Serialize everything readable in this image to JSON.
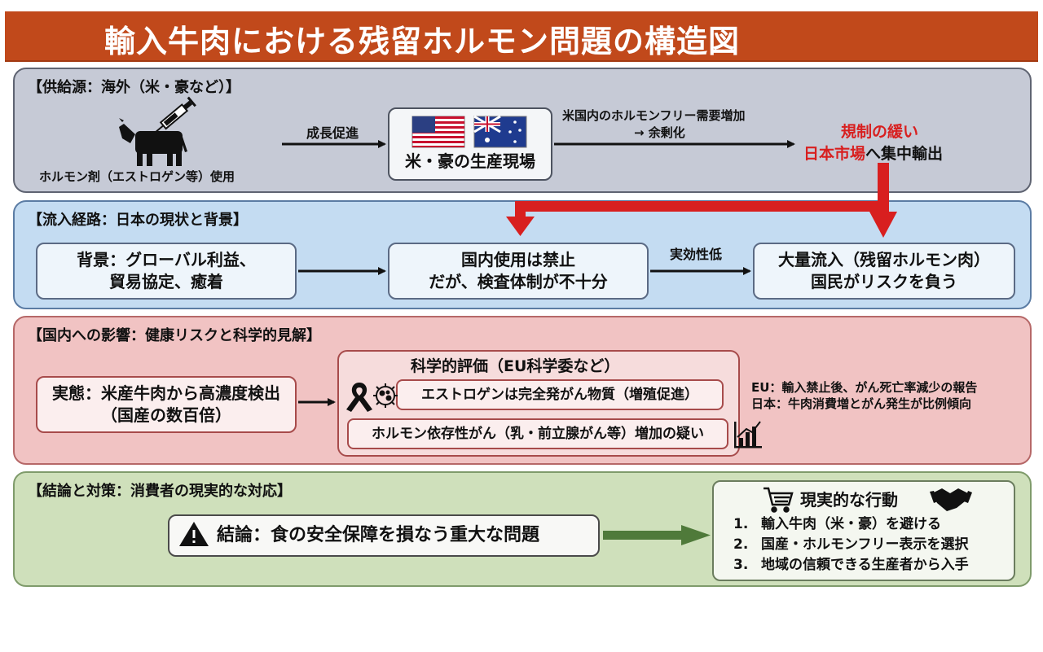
{
  "title": "輸入牛肉における残留ホルモン問題の構造図",
  "section1": {
    "title": "【供給源：海外（米・豪など）】",
    "cow_caption": "ホルモン剤（エストロゲン等）使用",
    "arrow1_label": "成長促進",
    "box_label": "米・豪の生産現場",
    "arrow2_label_line1": "米国内のホルモンフリー需要増加",
    "arrow2_label_line2": "→ 余剰化",
    "result_line1": "規制の緩い",
    "result_line2_red": "日本市場",
    "result_line2_rest": "へ集中輸出"
  },
  "section2": {
    "title": "【流入経路：日本の現状と背景】",
    "box1_line1": "背景：グローバル利益、",
    "box1_line2": "貿易協定、癒着",
    "box2_line1": "国内使用は禁止",
    "box2_line2": "だが、検査体制が不十分",
    "arrow_label": "実効性低",
    "box3_line1": "大量流入（残留ホルモン肉）",
    "box3_line2": "国民がリスクを負う"
  },
  "section3": {
    "title": "【国内への影響：健康リスクと科学的見解】",
    "box1_line1": "実態：米産牛肉から高濃度検出",
    "box1_line2": "（国産の数百倍）",
    "group_title": "科学的評価（EU科学委など）",
    "item1": "エストロゲンは完全発がん物質（増殖促進）",
    "item2": "ホルモン依存性がん（乳・前立腺がん等）増加の疑い",
    "note1": "EU：輸入禁止後、がん死亡率減少の報告",
    "note2": "日本：牛肉消費増とがん発生が比例傾向"
  },
  "section4": {
    "title": "【結論と対策：消費者の現実的な対応】",
    "conclusion": "結論：食の安全保障を損なう重大な問題",
    "actions_title": "現実的な行動",
    "actions": [
      {
        "num": "1.",
        "text": "輸入牛肉（米・豪）を避ける"
      },
      {
        "num": "2.",
        "text": "国産・ホルモンフリー表示を選択"
      },
      {
        "num": "3.",
        "text": "地域の信頼できる生産者から入手"
      }
    ]
  },
  "colors": {
    "title_bar": "#c1491b",
    "supply_panel": "#c6cad6",
    "route_panel": "#c4dcf2",
    "impact_panel": "#f1c3c3",
    "conclusion_panel": "#cfe0bb",
    "flow_arrow_red": "#d81f1f",
    "conclusion_arrow": "#4f7a3a"
  },
  "icons": [
    "cow-icon",
    "syringe-icon",
    "us-flag-icon",
    "australia-flag-icon",
    "ribbon-icon",
    "virus-icon",
    "bar-chart-icon",
    "warning-icon",
    "cart-icon",
    "handshake-icon"
  ]
}
